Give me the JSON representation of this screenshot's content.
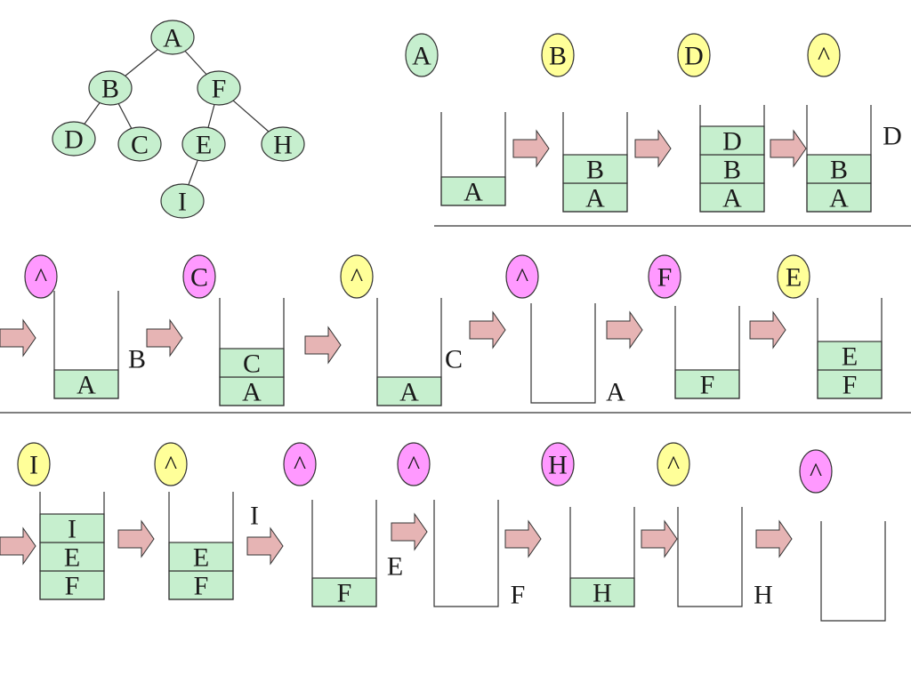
{
  "colors": {
    "node_fill": "#c6efce",
    "yellow": "#ffff99",
    "magenta": "#ff99ff",
    "cell_fill": "#c6efce",
    "arrow_fill": "#e6b4b4",
    "line": "#333333"
  },
  "tree": {
    "nodes": [
      {
        "id": "A",
        "label": "A"
      },
      {
        "id": "B",
        "label": "B"
      },
      {
        "id": "F",
        "label": "F"
      },
      {
        "id": "D",
        "label": "D"
      },
      {
        "id": "C",
        "label": "C"
      },
      {
        "id": "E",
        "label": "E"
      },
      {
        "id": "H",
        "label": "H"
      },
      {
        "id": "I",
        "label": "I"
      }
    ],
    "edges": [
      [
        "A",
        "B"
      ],
      [
        "A",
        "F"
      ],
      [
        "B",
        "D"
      ],
      [
        "B",
        "C"
      ],
      [
        "F",
        "E"
      ],
      [
        "F",
        "H"
      ],
      [
        "E",
        "I"
      ]
    ]
  },
  "pointer_circles": [
    {
      "label": "A",
      "color": "green"
    },
    {
      "label": "B",
      "color": "yellow"
    },
    {
      "label": "D",
      "color": "yellow"
    },
    {
      "label": "^",
      "color": "yellow"
    },
    {
      "label": "^",
      "color": "magenta"
    },
    {
      "label": "C",
      "color": "magenta"
    },
    {
      "label": "^",
      "color": "yellow"
    },
    {
      "label": "^",
      "color": "magenta"
    },
    {
      "label": "F",
      "color": "magenta"
    },
    {
      "label": "E",
      "color": "yellow"
    },
    {
      "label": "I",
      "color": "yellow"
    },
    {
      "label": "^",
      "color": "yellow"
    },
    {
      "label": "^",
      "color": "magenta"
    },
    {
      "label": "^",
      "color": "magenta"
    },
    {
      "label": "H",
      "color": "magenta"
    },
    {
      "label": "^",
      "color": "yellow"
    },
    {
      "label": "^",
      "color": "magenta"
    }
  ],
  "stacks": [
    {
      "cells": [
        "A"
      ],
      "output": ""
    },
    {
      "cells": [
        "A",
        "B"
      ],
      "output": ""
    },
    {
      "cells": [
        "A",
        "B",
        "D"
      ],
      "output": ""
    },
    {
      "cells": [
        "A",
        "B"
      ],
      "output": "D"
    },
    {
      "cells": [
        "A"
      ],
      "output": "B"
    },
    {
      "cells": [
        "A",
        "C"
      ],
      "output": ""
    },
    {
      "cells": [
        "A"
      ],
      "output": "C"
    },
    {
      "cells": [],
      "output": "A"
    },
    {
      "cells": [
        "F"
      ],
      "output": ""
    },
    {
      "cells": [
        "F",
        "E"
      ],
      "output": ""
    },
    {
      "cells": [
        "F",
        "E",
        "I"
      ],
      "output": ""
    },
    {
      "cells": [
        "F",
        "E"
      ],
      "output": "I"
    },
    {
      "cells": [
        "F"
      ],
      "output": "E"
    },
    {
      "cells": [],
      "output": "F"
    },
    {
      "cells": [
        "H"
      ],
      "output": ""
    },
    {
      "cells": [],
      "output": "H"
    },
    {
      "cells": [],
      "output": ""
    }
  ]
}
